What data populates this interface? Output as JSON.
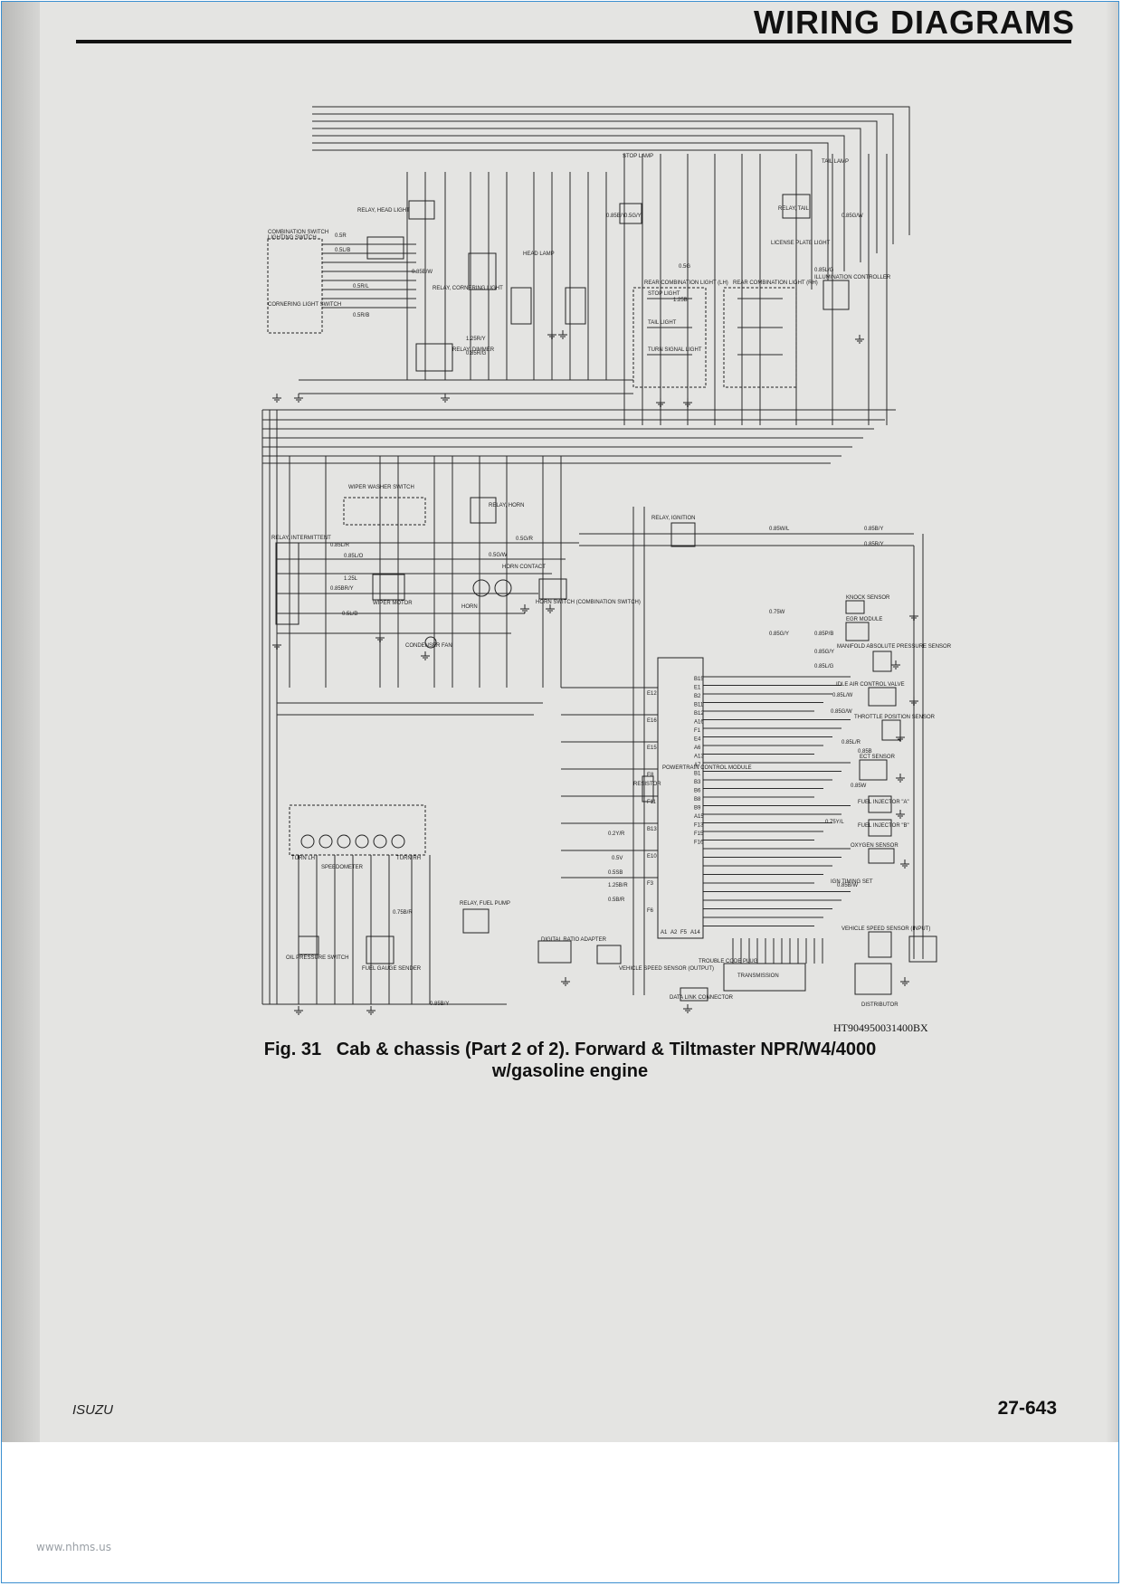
{
  "header": {
    "title": "WIRING DIAGRAMS"
  },
  "diagram": {
    "code": "HT904950031400BX",
    "figure_label": "Fig. 31",
    "caption_line1": "Cab & chassis (Part 2 of 2). Forward & Tiltmaster NPR/W4/4000",
    "caption_line2": "w/gasoline engine",
    "component_labels": [
      "COMBINATION SWITCH",
      "LIGHTING SWITCH",
      "RELAY, HEAD LIGHT",
      "RELAY, CORNERING LIGHT",
      "RELAY, DIMMER",
      "CORNERING LIGHT SWITCH",
      "HEAD LAMP",
      "STOP LAMP",
      "TAIL LAMP",
      "RELAY, TAIL",
      "LICENSE PLATE LIGHT",
      "REAR COMBINATION LIGHT (LH)",
      "REAR COMBINATION LIGHT (RH)",
      "STOP LIGHT",
      "TAIL LIGHT",
      "TURN SIGNAL LIGHT",
      "ILLUMINATION CONTROLLER",
      "WIPER WASHER SWITCH",
      "RELAY, INTERMITTENT",
      "WIPER MOTOR",
      "CONDENSER FAN",
      "RELAY, HORN",
      "HORN",
      "HORN CONTACT",
      "HORN SWITCH (COMBINATION SWITCH)",
      "RELAY, IGNITION",
      "KNOCK SENSOR",
      "EGR MODULE",
      "MANIFOLD ABSOLUTE PRESSURE SENSOR",
      "IDLE AIR CONTROL VALVE",
      "THROTTLE POSITION SENSOR",
      "ECT SENSOR",
      "FUEL INJECTOR \"A\"",
      "FUEL INJECTOR \"B\"",
      "OXYGEN SENSOR",
      "IGN TIMING SET",
      "VEHICLE SPEED SENSOR (INPUT)",
      "POWERTRAIN CONTROL MODULE",
      "RESISTOR",
      "RELAY, FUEL PUMP",
      "DIGITAL RATIO ADAPTER",
      "VEHICLE SPEED SENSOR (OUTPUT)",
      "TROUBLE CODE PLUG",
      "DATA LINK CONNECTOR",
      "TRANSMISSION",
      "DISTRIBUTOR",
      "OIL PRESSURE SWITCH",
      "FUEL GAUGE SENDER",
      "SPEEDOMETER",
      "TURN LH",
      "TURN RH"
    ],
    "wire_labels": [
      "0.5R",
      "0.5L/B",
      "0.5R/L",
      "0.5R/B",
      "0.85B/W",
      "1.25R/Y",
      "0.85R/G",
      "0.85B/Y",
      "0.5G/Y",
      "0.85G/W",
      "0.5G",
      "1.25B",
      "0.85L/G",
      "0.85W/L",
      "0.85B/Y",
      "0.85R/Y",
      "0.85L/R",
      "0.85L/O",
      "1.25L",
      "0.85BR/Y",
      "0.5L/B",
      "0.5G/W",
      "0.5G/R",
      "0.75W",
      "0.85G/Y",
      "0.85P/B",
      "0.85G/Y",
      "0.85L/G",
      "0.85L/W",
      "0.85G/W",
      "0.85L/R",
      "0.85B",
      "0.85W",
      "0.75Y/L",
      "0.2Y/R",
      "0.5V",
      "0.5SB",
      "1.25B/R",
      "0.5B/R",
      "0.85B/W",
      "0.85B/Y",
      "0.75B/R"
    ],
    "pcm_pins": [
      "E12",
      "E16",
      "E15",
      "E8",
      "F11",
      "B13",
      "E10",
      "F3",
      "F6",
      "B15",
      "E1",
      "B2",
      "B11",
      "B12",
      "A16",
      "F1",
      "E4",
      "A6",
      "A13",
      "A7",
      "B1",
      "B3",
      "B6",
      "B8",
      "B9",
      "A15",
      "F13",
      "F15",
      "F16",
      "A1",
      "A2",
      "F5",
      "A14"
    ]
  },
  "footer": {
    "brand": "ISUZU",
    "page_number": "27-643"
  },
  "watermark": "www.nhms.us"
}
